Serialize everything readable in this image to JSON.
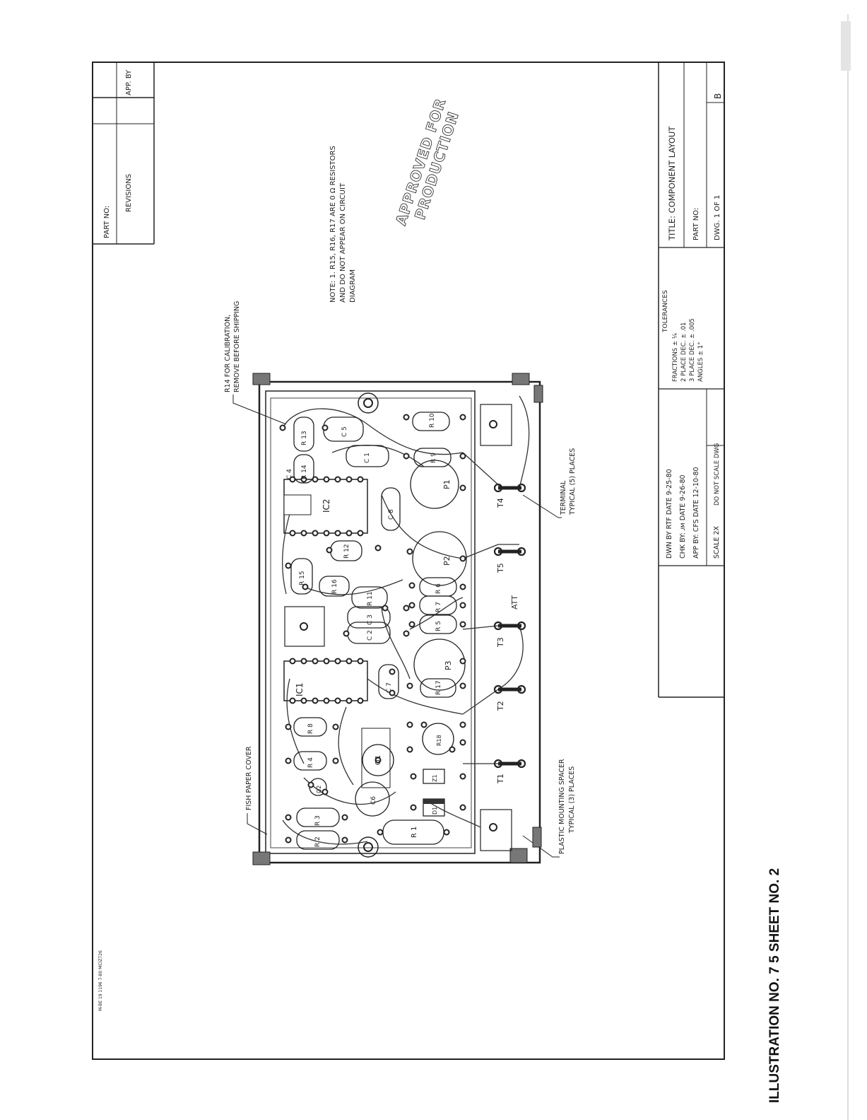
{
  "page_footer": {
    "illustration": "ILLUSTRATION NO. 7   5 SHEET NO. 2"
  },
  "form_code": "M-BE 19 1196 7-80 MCIZ726",
  "revision_block": {
    "part_no": "PART NO:",
    "revisions": "REVISIONS",
    "app_by": "APP. BY"
  },
  "stamp": {
    "line1": "APPROVED FOR",
    "line2": "PRODUCTION"
  },
  "notes": {
    "line1": "NOTE: 1. R15, R16, R17 ARE 0 Ω RESISTORS",
    "line2": "AND DO NOT APPEAR ON CIRCUIT",
    "line3": "DIAGRAM"
  },
  "callouts": {
    "r14": "R14 FOR CALIBRATION,",
    "r14_b": "REMOVE BEFORE SHIPPING",
    "fish_paper": "FISH PAPER COVER",
    "spacer": "PLASTIC MOUNTING SPACER",
    "spacer_b": "TYPICAL (3) PLACES",
    "terminal": "TERMINAL",
    "terminal_b": "TYPICAL (5) PLACES"
  },
  "title_block": {
    "title": "TITLE: COMPONENT LAYOUT",
    "part_no": "PART NO:",
    "dwg": "DWG. 1 OF 1",
    "size": "B",
    "tolerances": "TOLERANCES",
    "fractions": "FRACTIONS  ± ¼",
    "two_place": "2 PLACE DEC. ± .01",
    "three_place": "3 PLACE DEC. ± .005",
    "angles": "ANGLES   ± 1°",
    "dwn": "DWN BY RTF   DATE 9-25-80",
    "chk": "CHK BY: ᴊᴍ   DATE 9-26-80",
    "app": "APP BY: CFS   DATE 12-10-80",
    "scale": "SCALE 2X",
    "do_not_scale": "DO NOT SCALE DWG"
  },
  "board_labels": {
    "r13": "R 13",
    "r14": "R 14",
    "c4": "C 4",
    "c5": "C 5",
    "c1": "C 1",
    "r10": "R 10",
    "r9": "R 9",
    "ic2": "IC2",
    "c8": "C 8",
    "p1": "P1",
    "r15": "R 15",
    "r12": "R 12",
    "p2": "P2",
    "r16": "R 16",
    "r11": "R 11",
    "c3": "C 3",
    "c2": "C 2",
    "r6": "R 6",
    "r7": "R 7",
    "r5": "R 5",
    "ic1": "IC1",
    "c7": "C 7",
    "p3": "P3",
    "r17": "R 17",
    "r8": "R 8",
    "r4": "R 4",
    "q1": "Q1",
    "z1": "Z1",
    "d1": "D1",
    "q2": "Q2",
    "c6": "C6",
    "r3": "R 3",
    "r2": "R 2",
    "r1": "R 1",
    "r18": "R18",
    "t1": "T1",
    "t2": "T2",
    "t3": "T3",
    "t4": "T4",
    "t5": "T5",
    "handwritten": "ATT"
  }
}
